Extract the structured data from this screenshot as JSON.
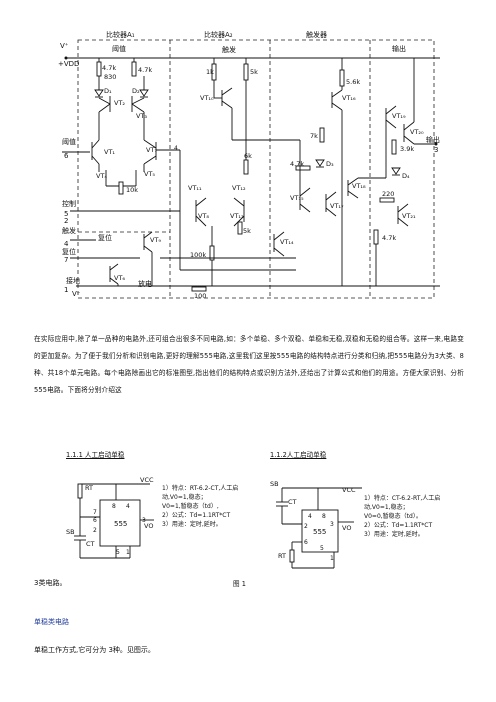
{
  "schematic": {
    "section_labels": [
      "比较器A₁",
      "比较器A₂",
      "触发器",
      "输出"
    ],
    "sub_labels": [
      "阈值",
      "触发"
    ],
    "pin_labels": {
      "vplus": "V⁺",
      "vdd": "+V<sub>DD</sub>",
      "vdd_plain": "+VDD",
      "threshold": "阈值",
      "threshold_pin": "6",
      "control": "控制",
      "control_pin": "5",
      "trigger": "触发",
      "trigger_pin": "2",
      "reset_label": "复位",
      "reset": "复位",
      "reset_pin": "4",
      "reset_pin7": "7",
      "discharge": "放电",
      "ground": "接地",
      "ground_pin": "1",
      "vminus": "V⁻",
      "discharge2": "放电",
      "output": "输出",
      "output_pin": "3"
    },
    "components": {
      "r1": "4.7k",
      "r2": "830",
      "r3": "4.7k",
      "r4": "1k",
      "r5": "5k",
      "r6": "5.6k",
      "r7": "7k",
      "r8": "4.7k",
      "r9": "3.9k",
      "r10": "10k",
      "r11": "6k",
      "r12": "5k",
      "r13": "100k",
      "r14": "220",
      "r15": "4.7k",
      "r16": "100",
      "t1": "VT₁",
      "t2": "VT₂",
      "t3": "VT₃",
      "t4": "VT₄",
      "t5": "VT₅",
      "t6": "VT₆",
      "t7": "VT₇",
      "t8": "VT₈",
      "t9": "VT₉",
      "t10": "VT₁₀",
      "t11": "VT₁₁",
      "t12": "VT₁₂",
      "t13": "VT₁₃",
      "t14": "VT₁₄",
      "t15": "VT₁₅",
      "t16": "VT₁₆",
      "t17": "VT₁₇",
      "t18": "VT₁₈",
      "t19": "VT₁₉",
      "t20": "VT₂₀",
      "t21": "VT₂₁",
      "d1": "D₁",
      "d2": "D₂",
      "d3": "D₃",
      "d4": "D₄"
    }
  },
  "paragraph": "在实际应用中,除了单一品种的电路外,还可组合出很多不同电路,如：多个单稳、多个双稳、单稳和无稳,双稳和无稳的组合等。这样一来,电路变的更加复杂。为了便于我们分析和识别电路,更好的理解555电路,这里我们这里按555电路的结构特点进行分类和归纳,把555电路分为3大类、8种、共18个单元电路。每个电路除画出它的标准图型,指出他们的结构特点或识别方法外,还给出了计算公式和他们的用途。方便大家识别、分析555电路。下面将分别介绍这",
  "figures": {
    "left_title": "1.1.1 人工启动单稳",
    "right_title": "1.1.2人工启动单稳",
    "left_notes": [
      "1）特点：RT-6.2-CT,人工启动,V0=1,稳态；",
      "V0=1,暂稳态（td）,",
      "2）公式：Td=1.1RT*CT",
      "3）用途：定时,延时。"
    ],
    "right_notes": [
      "1）特点：CT-6.2-RT,人工启动,V0=1,稳态；",
      "V0=0,暂稳态（td）。",
      "2）公式：Td=1.1RT*CT",
      "3）用途：定时,延时。"
    ],
    "caption": "图 1",
    "chip": "555",
    "labels": {
      "vcc": "VCC",
      "rt": "RT",
      "ct": "CT",
      "sb": "SB",
      "vo": "VO",
      "p8": "8",
      "p4": "4",
      "p7": "7",
      "p6": "6",
      "p2": "2",
      "p3": "3",
      "p5": "5",
      "p1": "1"
    }
  },
  "continuation": "3类电路。",
  "section_heading": "单稳类电路",
  "body_text": "单稳工作方式,它可分为 3种。见图示。"
}
